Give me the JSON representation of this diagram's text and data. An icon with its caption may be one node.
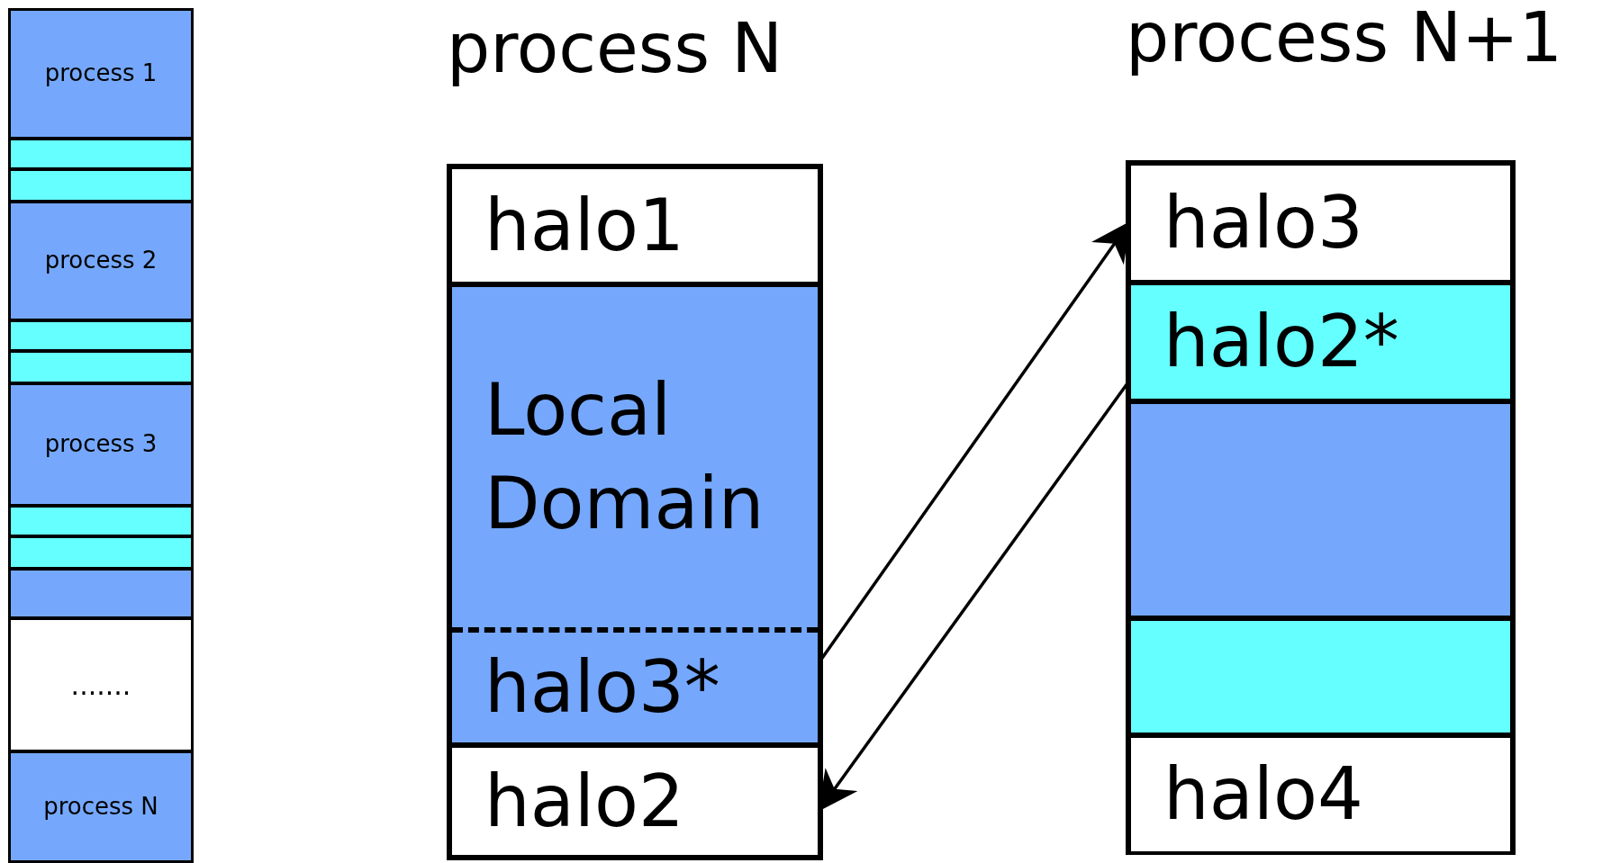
{
  "diagram": {
    "nodes": [
      {
        "text": [
          "process 1"
        ]
      },
      {
        "text": [],
        "shape": "bar"
      },
      {
        "text": [],
        "shape": "bar"
      },
      {
        "text": [
          "process 2"
        ]
      },
      {
        "text": [],
        "shape": "bar"
      },
      {
        "text": [],
        "shape": "bar"
      },
      {
        "text": [
          "process 3"
        ]
      },
      {
        "text": [],
        "shape": "bar"
      },
      {
        "text": [],
        "shape": "bar"
      },
      {
        "text": [],
        "shape": "bar"
      },
      {
        "text": [
          "......."
        ]
      },
      {
        "text": [
          "process N"
        ]
      },
      {
        "text": [
          "process N"
        ]
      },
      {
        "text": [
          "halo1"
        ],
        "in": 12
      },
      {
        "text": [
          "Local Domain"
        ],
        "in": 12
      },
      {
        "text": [
          "halo3*"
        ],
        "in": 12
      },
      {
        "text": [
          "halo2"
        ],
        "in": 12
      },
      {
        "text": [
          "process N+1"
        ]
      },
      {
        "text": [
          "halo3"
        ],
        "in": 17
      },
      {
        "text": [
          "halo2*"
        ],
        "in": 17
      },
      {
        "text": [],
        "shape": "bar",
        "in": 17
      },
      {
        "text": [],
        "shape": "bar",
        "in": 17
      },
      {
        "text": [
          "halo4"
        ],
        "in": 17
      }
    ],
    "edges": [
      {
        "from": 15,
        "to": 18,
        "arrow": "to"
      },
      {
        "from": 19,
        "to": 16,
        "arrow": "to"
      }
    ]
  }
}
